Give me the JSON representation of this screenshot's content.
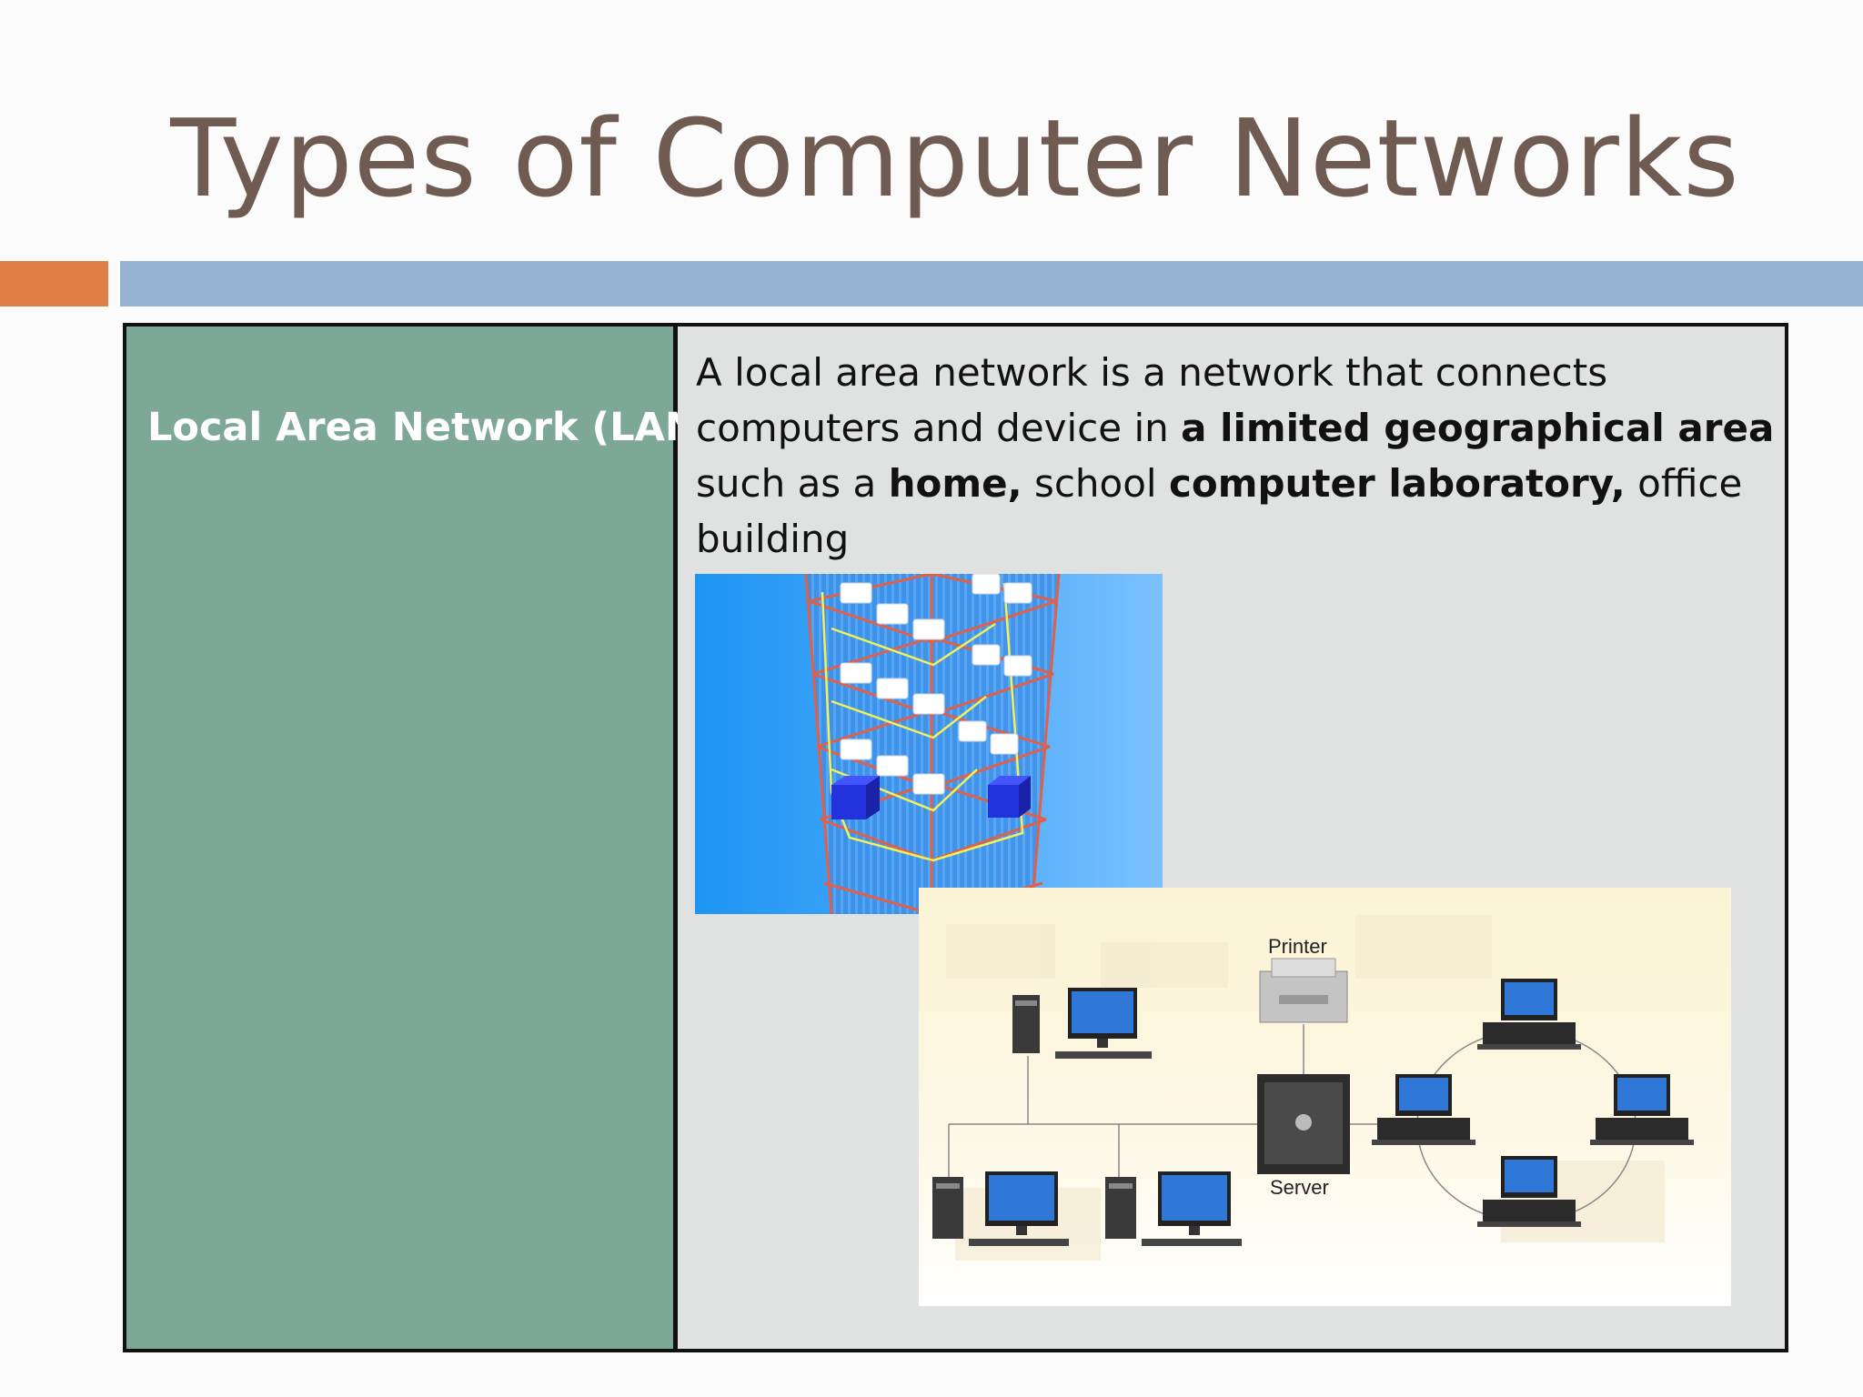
{
  "slide": {
    "title": "Types of Computer Networks",
    "accent_colors": {
      "orange": "#df7f46",
      "blue": "#95b4d3",
      "left_cell": "#7da898",
      "right_cell": "#dfe2e1"
    }
  },
  "table": {
    "row": {
      "term": "Local Area Network (LAN)",
      "description": {
        "p1": "A local area network is a network that connects computers and device in ",
        "b1": "a limited geographical area",
        "p2": " such as a ",
        "b2": "home,",
        "p3": " school ",
        "b3": "computer laboratory,",
        "p4": " office building"
      }
    }
  },
  "diagram": {
    "printer_label": "Printer",
    "server_label": "Server"
  }
}
